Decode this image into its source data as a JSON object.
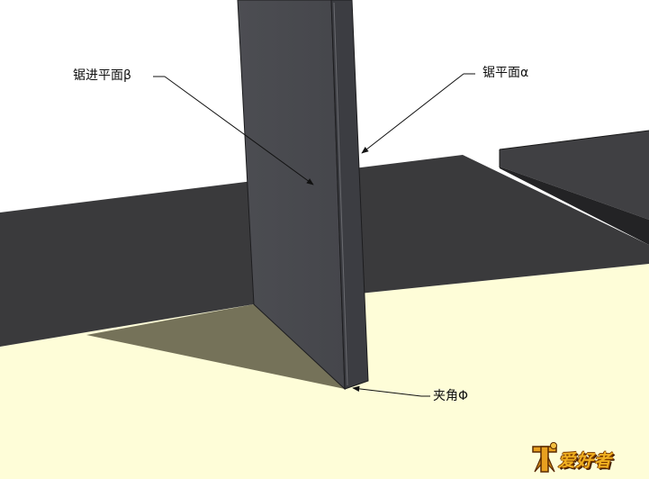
{
  "labels": {
    "saw_advance_plane": "锯进平面β",
    "saw_plane": "锯平面α",
    "included_angle": "夹角Φ"
  },
  "logo": {
    "text": "爱好者",
    "icon": "wood-carpenter-logo-icon"
  },
  "colors": {
    "background_sky": "#ffffff",
    "floor": "#fefdd8",
    "dark_board": "#3a3a3c",
    "blade_face": "#4a4b50",
    "blade_edge": "#3c3d42",
    "shadow": "#6e6a52",
    "logo_gold": "#f0b020"
  }
}
